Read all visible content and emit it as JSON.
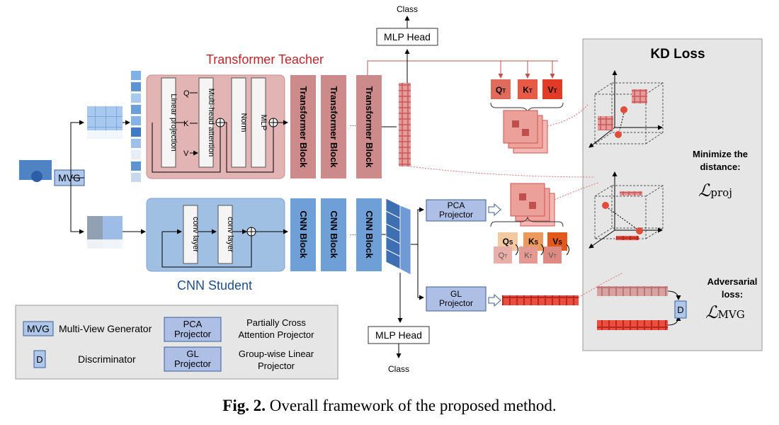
{
  "colors": {
    "teacher_fill": "#e3b4b4",
    "teacher_block": "#cc8a8a",
    "teacher_title": "#b8262a",
    "student_fill": "#9fbfe3",
    "student_block": "#6e9fd6",
    "student_title": "#1f4f8a",
    "kd_panel": "#e6e6e6",
    "accent_red": "#e04d3a"
  },
  "teacher": {
    "title": "Transformer Teacher",
    "linear_projection": "Linear projection",
    "mha": "Multi-head attention",
    "norm": "Norm",
    "mlp": "MLP",
    "block": "Transformer Block",
    "q": "Q",
    "k": "K",
    "v": "V"
  },
  "student": {
    "title": "CNN Student",
    "conv": "conv layer",
    "block": "CNN Block"
  },
  "mvg": "MVG",
  "mlp_head": "MLP Head",
  "class_label": "Class",
  "dots": "······",
  "projectors": {
    "pca": [
      "PCA",
      "Projector"
    ],
    "gl": [
      "GL",
      "Projector"
    ]
  },
  "qkv_teacher": {
    "q": "Q",
    "k": "K",
    "v": "V",
    "sub": "T"
  },
  "qkv_student": {
    "q": "Q",
    "k": "K",
    "v": "V",
    "sub": "S"
  },
  "kd": {
    "title": "KD Loss",
    "minimize": [
      "Minimize the",
      "distance:"
    ],
    "proj_loss": "proj",
    "adversarial": [
      "Adversarial",
      "loss:"
    ],
    "adv_loss": "MVG",
    "d": "D"
  },
  "legend": {
    "mvg_key": "MVG",
    "mvg_text": "Multi-View Generator",
    "d_key": "D",
    "d_text": "Discriminator",
    "pca_key": [
      "PCA",
      "Projector"
    ],
    "pca_text": [
      "Partially Cross",
      "Attention Projector"
    ],
    "gl_key": [
      "GL",
      "Projector"
    ],
    "gl_text": [
      "Group-wise Linear",
      "Projector"
    ]
  },
  "caption": {
    "label": "Fig. 2.",
    "text": " Overall framework of the proposed method."
  }
}
